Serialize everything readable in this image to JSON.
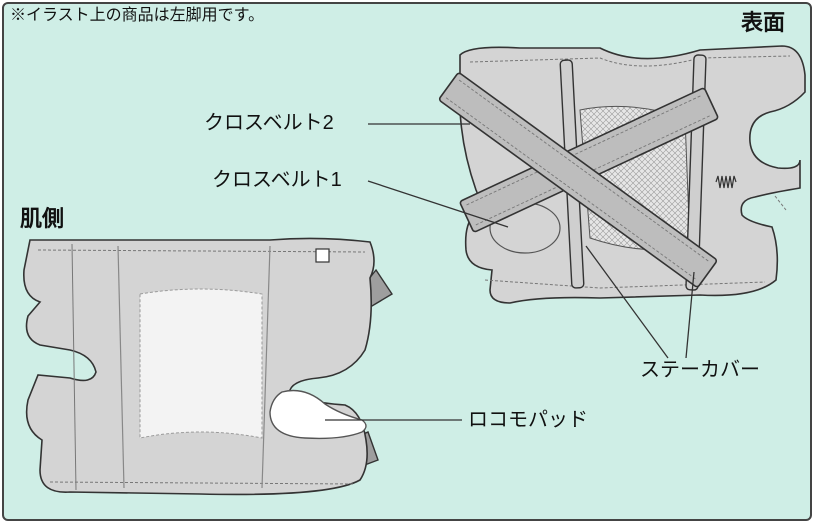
{
  "note": "※イラスト上の商品は左脚用です。",
  "views": {
    "front_label": "表面",
    "skin_label": "肌側"
  },
  "callouts": {
    "cross_belt_2": "クロスベルト2",
    "cross_belt_1": "クロスベルト1",
    "stay_cover": "ステーカバー",
    "locomo_pad": "ロコモパッド"
  },
  "colors": {
    "background": "#cfeee6",
    "panel": "#d4d4d4",
    "belt": "#bdbdbd",
    "outline": "#333333"
  }
}
